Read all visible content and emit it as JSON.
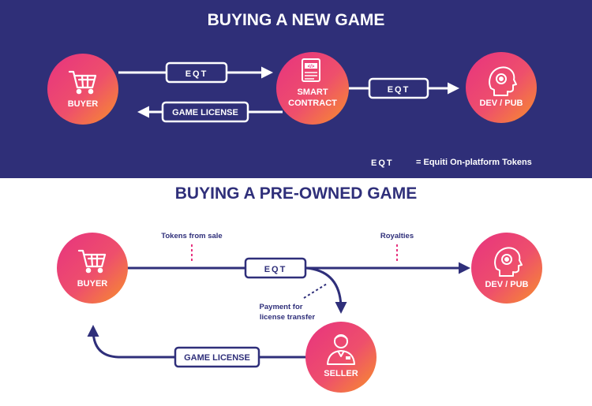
{
  "colors": {
    "top_bg": "#2f2f78",
    "bottom_bg": "#ffffff",
    "accent_navy": "#2f2f7a",
    "gradient_pink": "#e7337f",
    "gradient_orange": "#f7902a"
  },
  "new_game": {
    "title": "BUYING A NEW GAME",
    "buyer_label": "BUYER",
    "contract_label_1": "SMART",
    "contract_label_2": "CONTRACT",
    "dev_label": "DEV / PUB",
    "token_label": "EQT",
    "license_label": "GAME LICENSE",
    "legend_token": "EQT",
    "legend_text": "= Equiti On-platform Tokens"
  },
  "pre_owned": {
    "title": "BUYING A PRE-OWNED GAME",
    "buyer_label": "BUYER",
    "dev_label": "DEV / PUB",
    "seller_label": "SELLER",
    "token_label": "EQT",
    "license_label": "GAME LICENSE",
    "note_tokens": "Tokens from sale",
    "note_royalties": "Royalties",
    "note_payment_1": "Payment for",
    "note_payment_2": "license transfer"
  },
  "icons": {
    "buyer": "shopping-cart-icon",
    "contract": "code-document-icon",
    "dev": "brain-gear-icon",
    "seller": "person-icon"
  }
}
